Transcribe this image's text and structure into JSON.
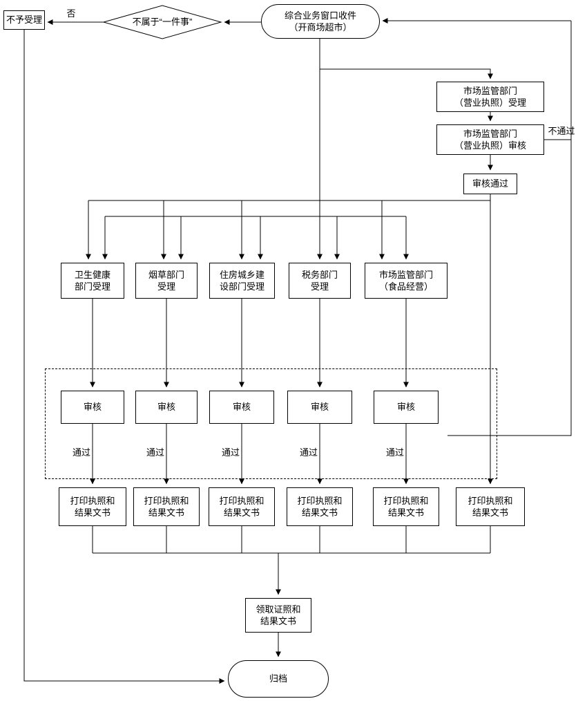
{
  "nodes": {
    "intake_window": "综合业务窗口收件\n（开商场超市）",
    "not_one_thing_decision": "不属于“一件事”",
    "no_label": "否",
    "reject": "不予受理",
    "license_accept": "市场监管部门\n（营业执照）受理",
    "license_review": "市场监管部门\n（营业执照）审核",
    "review_passed": "审核通过",
    "fail_label": "不通过",
    "collect": "领取证照和\n结果文书",
    "archive": "归档"
  },
  "departments": [
    "卫生健康\n部门受理",
    "烟草部门\n受理",
    "住房城乡建\n设部门受理",
    "税务部门\n受理",
    "市场监管部门\n（食品经营）"
  ],
  "reviews": [
    "审核",
    "审核",
    "审核",
    "审核",
    "审核"
  ],
  "pass_labels": [
    "通过",
    "通过",
    "通过",
    "通过",
    "通过"
  ],
  "print_boxes": [
    "打印执照和\n结果文书",
    "打印执照和\n结果文书",
    "打印执照和\n结果文书",
    "打印执照和\n结果文书",
    "打印执照和\n结果文书",
    "打印执照和\n结果文书"
  ],
  "colors": {
    "line": "#000000",
    "background": "#ffffff",
    "box_border": "#000000"
  }
}
